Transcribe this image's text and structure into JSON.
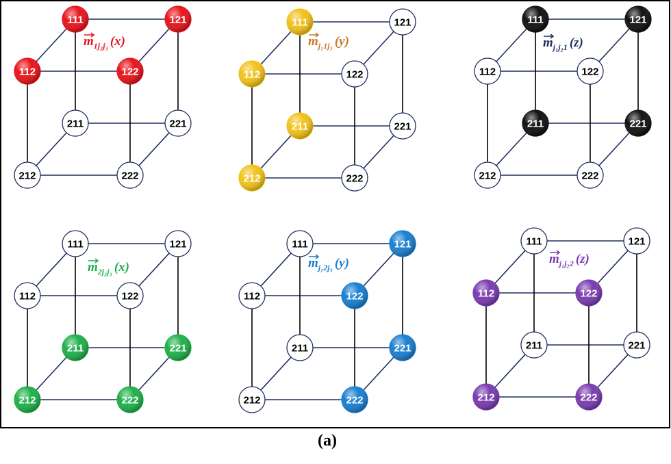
{
  "caption": "(a)",
  "node_labels": [
    "111",
    "121",
    "112",
    "122",
    "211",
    "221",
    "212",
    "222"
  ],
  "panels": [
    {
      "id": "p1",
      "color": "#e8141b",
      "formula": {
        "vec": "m",
        "sub": "1j₂j₃",
        "arg": "(x)"
      },
      "highlighted": [
        "111",
        "121",
        "112",
        "122"
      ]
    },
    {
      "id": "p2",
      "color": "#f2c21b",
      "formula_color": "#c8782a",
      "formula": {
        "vec": "m",
        "sub": "j₁1j₃",
        "arg": "(y)"
      },
      "highlighted": [
        "111",
        "112",
        "211",
        "212"
      ]
    },
    {
      "id": "p3",
      "color": "#111111",
      "formula_color": "#1f2d5e",
      "formula": {
        "vec": "m",
        "sub": "j₁j₂1",
        "arg": "(z)"
      },
      "highlighted": [
        "111",
        "121",
        "211",
        "221"
      ]
    },
    {
      "id": "p4",
      "color": "#1fb04a",
      "formula": {
        "vec": "m",
        "sub": "2j₂j₃",
        "arg": "(x)"
      },
      "highlighted": [
        "211",
        "221",
        "212",
        "222"
      ]
    },
    {
      "id": "p5",
      "color": "#1a7fd0",
      "formula": {
        "vec": "m",
        "sub": "j₁2j₃",
        "arg": "(y)"
      },
      "highlighted": [
        "121",
        "122",
        "221",
        "222"
      ]
    },
    {
      "id": "p6",
      "color": "#7a3cb0",
      "formula": {
        "vec": "m",
        "sub": "j₁j₂2",
        "arg": "(z)"
      },
      "highlighted": [
        "112",
        "122",
        "212",
        "222"
      ]
    }
  ]
}
